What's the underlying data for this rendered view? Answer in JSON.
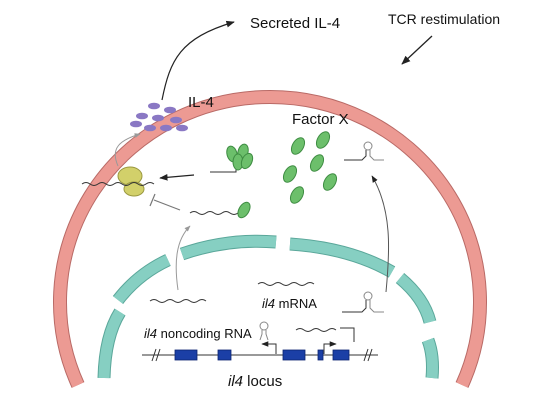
{
  "labels": {
    "secreted": "Secreted IL-4",
    "tcr": "TCR restimulation",
    "il4": "IL-4",
    "factor_x": "Factor X",
    "mrna_italic": "il4",
    "mrna_rest": " mRNA",
    "noncoding_italic": "il4",
    "noncoding_rest": " noncoding RNA",
    "locus_italic": "il4",
    "locus_rest": " locus"
  },
  "colors": {
    "cell_membrane": "#ec9a93",
    "nuclear_envelope": "#86cfc2",
    "il4_protein": "#8a78c4",
    "factor_x": "#6cbf6b",
    "ribosome": "#d2d06a",
    "exon": "#1b3fa6"
  }
}
